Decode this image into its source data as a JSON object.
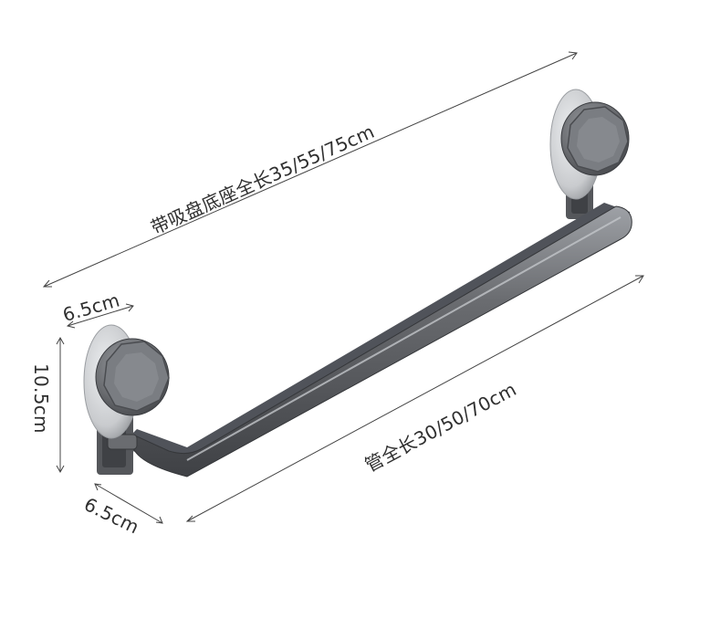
{
  "dimensions": {
    "overall_length": "带吸盘底座全长35/55/75cm",
    "tube_length": "管全长30/50/70cm",
    "cup_diameter": "6.5cm",
    "height": "10.5cm",
    "base_depth": "6.5cm"
  },
  "colors": {
    "background": "#ffffff",
    "metal": "#6a6c70",
    "metal_dark": "#3f4145",
    "metal_light": "#9ea1a6",
    "suction_cup": "#c9cbce",
    "dimension_line": "#444444"
  },
  "icons": {
    "left_bracket": "suction-cup-mount",
    "right_bracket": "suction-cup-mount"
  }
}
